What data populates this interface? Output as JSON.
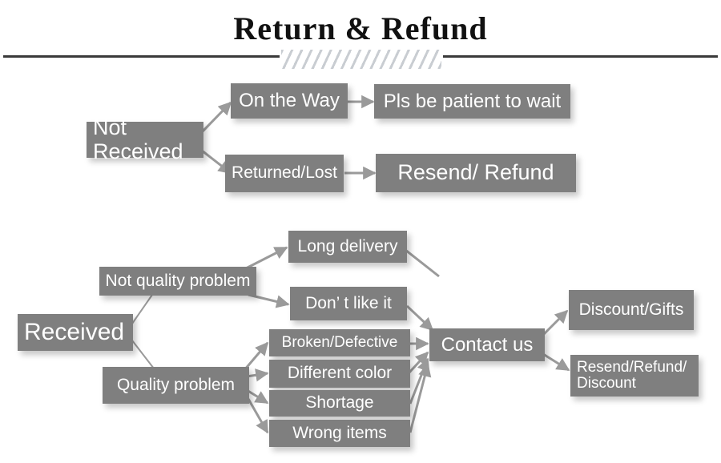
{
  "header": {
    "title": "Return & Refund",
    "divider_icon": "hatched-stripes-divider"
  },
  "colors": {
    "box_fill": "#7f7f7f",
    "box_text": "#ffffff",
    "connector": "#9a9a9a",
    "rule": "#3a3a3a",
    "hatch": "#c9cdd2",
    "background": "#ffffff"
  },
  "flow": {
    "branch_not_received": {
      "root": "Not Received",
      "nodes": [
        {
          "id": "on-the-way",
          "label": "On the Way"
        },
        {
          "id": "pls-be-patient",
          "label": "Pls be patient to wait"
        },
        {
          "id": "returned-lost",
          "label": "Returned/Lost"
        },
        {
          "id": "resend-refund",
          "label": "Resend/ Refund"
        }
      ]
    },
    "branch_received": {
      "root": "Received",
      "nodes": [
        {
          "id": "not-quality-problem",
          "label": "Not quality problem"
        },
        {
          "id": "quality-problem",
          "label": "Quality problem"
        },
        {
          "id": "long-delivery",
          "label": "Long delivery"
        },
        {
          "id": "dont-like-it",
          "label": "Don’  t like it"
        },
        {
          "id": "broken-defective",
          "label": "Broken/Defective"
        },
        {
          "id": "different-color",
          "label": "Different color"
        },
        {
          "id": "shortage",
          "label": "Shortage"
        },
        {
          "id": "wrong-items",
          "label": "Wrong items"
        },
        {
          "id": "contact-us",
          "label": "Contact us"
        },
        {
          "id": "discount-gifts",
          "label": "Discount/Gifts"
        },
        {
          "id": "resend-refund-discount",
          "label": "Resend/Refund/\nDiscount"
        }
      ]
    }
  }
}
